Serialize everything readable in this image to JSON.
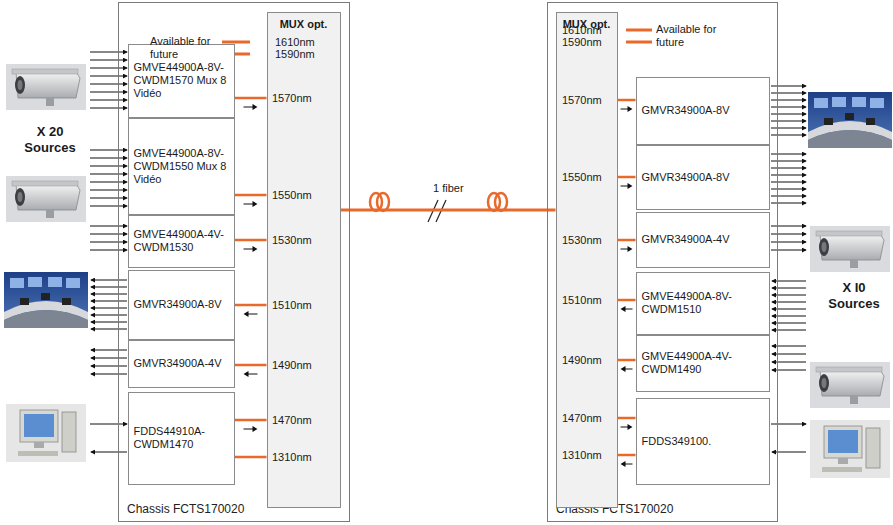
{
  "diagram": {
    "nodes": [
      {
        "text": [
          "Chassis FCTS170020"
        ]
      },
      {
        "text": [
          "MUX opt."
        ],
        "in": 0
      },
      {
        "text": [
          "GMVE44900A-8V-CWDM1570 Mux 8 Vidéo"
        ],
        "in": 0
      },
      {
        "text": [
          "GMVE44900A-8V-CWDM1550 Mux 8 Vidéo"
        ],
        "in": 0
      },
      {
        "text": [
          "GMVE44900A-4V-CWDM1530"
        ],
        "in": 0
      },
      {
        "text": [
          "GMVR34900A-8V"
        ],
        "in": 0
      },
      {
        "text": [
          "GMVR34900A-4V"
        ],
        "in": 0
      },
      {
        "text": [
          "FDDS44910A-CWDM1470"
        ],
        "in": 0
      },
      {
        "text": [
          "Chassis FCTS170020"
        ]
      },
      {
        "text": [
          "MUX opt."
        ],
        "in": 8
      },
      {
        "text": [
          "GMVR34900A-8V"
        ],
        "in": 8
      },
      {
        "text": [
          "GMVR34900A-8V"
        ],
        "in": 8
      },
      {
        "text": [
          "GMVR34900A-4V"
        ],
        "in": 8
      },
      {
        "text": [
          "GMVE44900A-8V-CWDM1510"
        ],
        "in": 8
      },
      {
        "text": [
          "GMVE44900A-4V-CWDM1490"
        ],
        "in": 8
      },
      {
        "text": [
          "FDDS349100."
        ],
        "in": 8
      }
    ],
    "edges": [
      {
        "from": 2,
        "to": 1,
        "arrow": "to"
      },
      {
        "from": 3,
        "to": 1,
        "arrow": "to"
      },
      {
        "from": 4,
        "to": 1,
        "arrow": "to"
      },
      {
        "from": 1,
        "to": 5,
        "arrow": "to"
      },
      {
        "from": 1,
        "to": 6,
        "arrow": "to"
      },
      {
        "from": 7,
        "to": 1,
        "arrow": "to"
      },
      {
        "from": 7,
        "to": 1,
        "arrow": "none"
      },
      {
        "from": 1,
        "to": 9,
        "label": "1 fiber",
        "arrow": "none"
      },
      {
        "from": 9,
        "to": 10,
        "arrow": "to"
      },
      {
        "from": 9,
        "to": 11,
        "arrow": "to"
      },
      {
        "from": 9,
        "to": 12,
        "arrow": "to"
      },
      {
        "from": 13,
        "to": 9,
        "arrow": "to"
      },
      {
        "from": 14,
        "to": 9,
        "arrow": "to"
      },
      {
        "from": 9,
        "to": 15,
        "arrow": "to"
      },
      {
        "from": 15,
        "to": 9,
        "arrow": "to"
      }
    ],
    "labels": [
      "Available for future",
      "1610nm",
      "1590nm",
      "1570nm",
      "1550nm",
      "1530nm",
      "1510nm",
      "1490nm",
      "1470nm",
      "1310nm",
      "Available for future",
      "1610nm",
      "1590nm",
      "1570nm",
      "1550nm",
      "1530nm",
      "1510nm",
      "1490nm",
      "1470nm",
      "1310nm",
      "X 20 Sources",
      "X I0 Sources"
    ]
  }
}
